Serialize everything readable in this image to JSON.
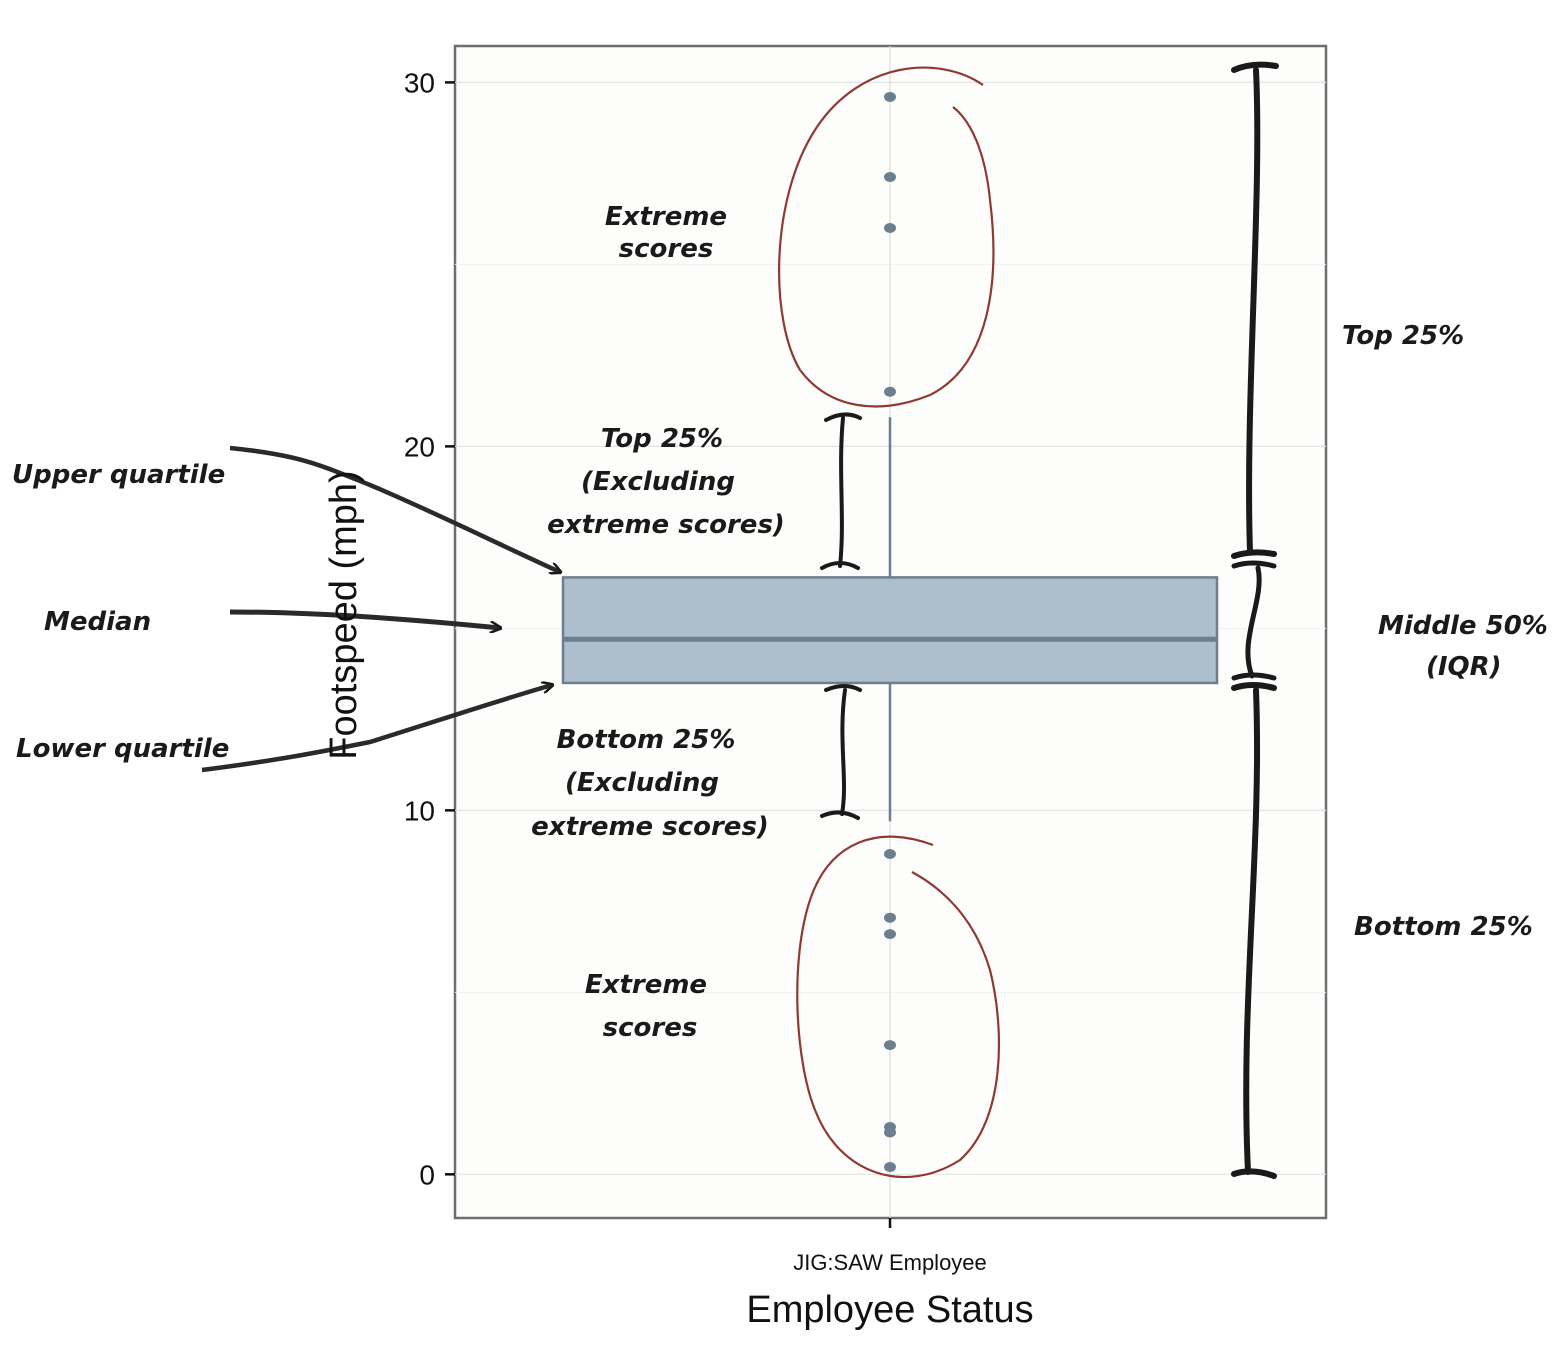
{
  "chart_data": {
    "type": "boxplot",
    "title": "",
    "xlabel": "Employee Status",
    "ylabel": "Footspeed (mph)",
    "categories": [
      "JIG:SAW Employee"
    ],
    "ylim": [
      -1.2,
      31
    ],
    "yticks": [
      0,
      10,
      20,
      30
    ],
    "ytick_labels": [
      "0",
      "10",
      "20",
      "30"
    ],
    "grid": true,
    "box": {
      "category": "JIG:SAW Employee",
      "lower_whisker": 9.7,
      "q1": 13.5,
      "median": 14.7,
      "q3": 16.4,
      "upper_whisker": 20.8
    },
    "outliers": [
      29.6,
      27.4,
      26.0,
      21.5,
      8.8,
      7.05,
      6.6,
      3.55,
      1.3,
      1.15,
      0.2
    ],
    "colors": {
      "box_fill": "#adbfcd",
      "box_stroke": "#6b7f8e",
      "median": "#6b7f8e",
      "points": "#6b7f8e",
      "annotation_circle": "#8e3a33",
      "ink": "#1a1a1a",
      "panel_border": "#6e6e6e",
      "grid": "#e3e3e3"
    },
    "annotations": {
      "left": {
        "upper_quartile": "Upper quartile",
        "median": "Median",
        "lower_quartile": "Lower quartile"
      },
      "inner": {
        "extreme_top": [
          "Extreme",
          "scores"
        ],
        "top25": [
          "Top 25%",
          "(Excluding",
          "extreme scores)"
        ],
        "bottom25": [
          "Bottom 25%",
          "(Excluding",
          "extreme scores)"
        ],
        "extreme_bottom": [
          "Extreme",
          "scores"
        ]
      },
      "right": {
        "top25": "Top 25%",
        "middle50": [
          "Middle 50%",
          "(IQR)"
        ],
        "bottom25": "Bottom 25%"
      }
    }
  }
}
